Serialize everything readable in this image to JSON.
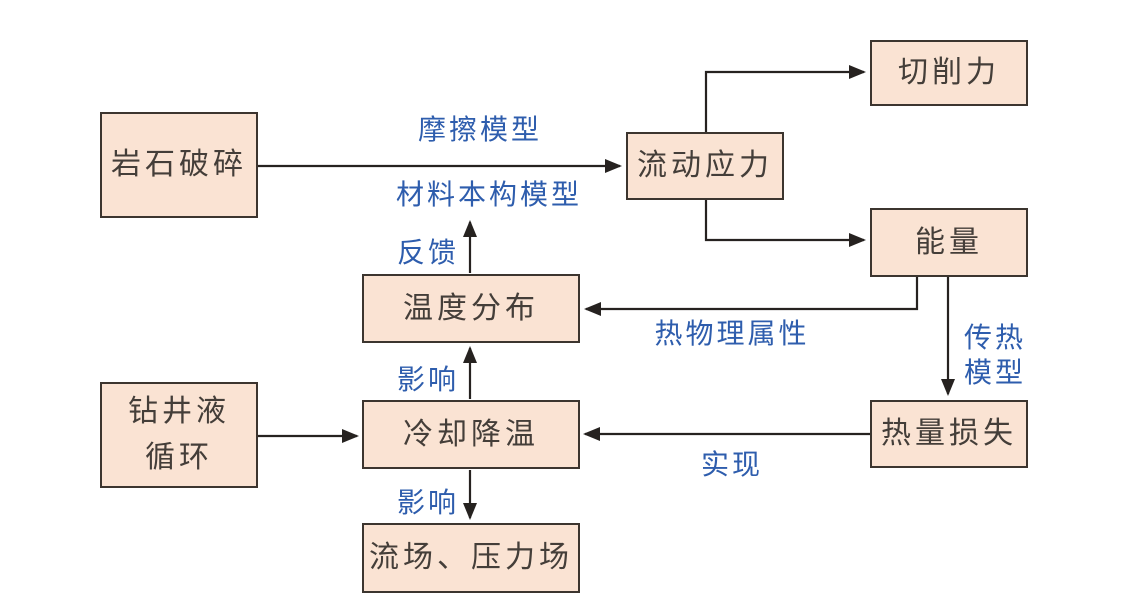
{
  "colors": {
    "background": "#ffffff",
    "node_fill": "#fae3d3",
    "node_border": "#3c352f",
    "node_text": "#443e39",
    "arrow": "#262220",
    "label_blue": "#2e5dad"
  },
  "nodes": {
    "rock_breaking": {
      "label": "岩石破碎"
    },
    "cutting_force": {
      "label": "切削力"
    },
    "flow_stress": {
      "label": "流动应力"
    },
    "energy": {
      "label": "能量"
    },
    "temperature_distribution": {
      "label": "温度分布"
    },
    "drilling_fluid_circulation": {
      "lines": [
        "钻井液",
        "循环"
      ]
    },
    "cooling": {
      "label": "冷却降温"
    },
    "heat_loss": {
      "label": "热量损失"
    },
    "flow_pressure_field": {
      "label": "流场、压力场"
    }
  },
  "edge_labels": {
    "friction_model": "摩擦模型",
    "material_constitutive_model": "材料本构模型",
    "feedback": "反馈",
    "thermophysical_properties": "热物理属性",
    "heat_transfer_model_lines": [
      "传热",
      "模型"
    ],
    "influence_upper": "影响",
    "realization": "实现",
    "influence_lower": "影响"
  }
}
